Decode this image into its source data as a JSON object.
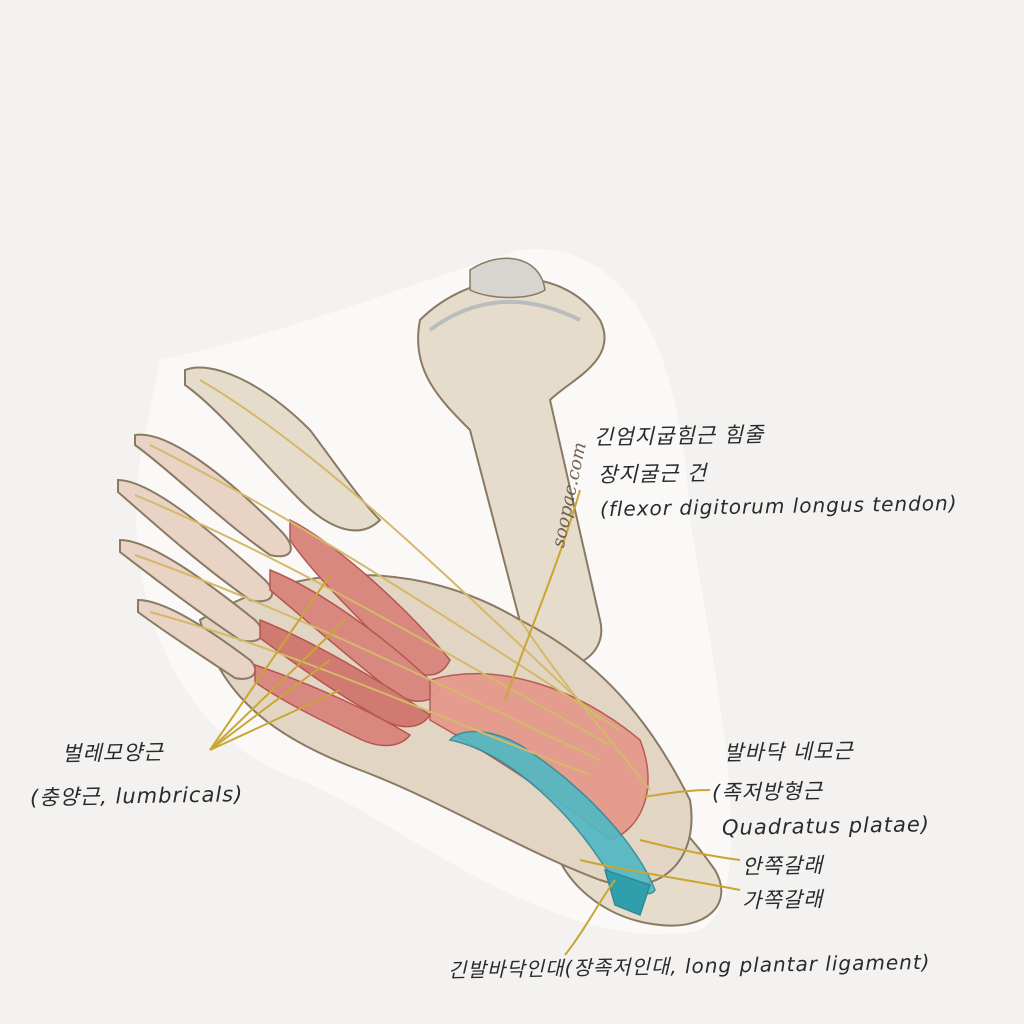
{
  "watermark": "soopac.com",
  "labels": {
    "fdl_ko_1": "긴엄지굽힘근 힘줄",
    "fdl_ko_2": "장지굴근 건",
    "fdl_en": "(flexor digitorum longus tendon)",
    "lumbricals_ko": "벌레모양근",
    "lumbricals_en": "(충양근, lumbricals)",
    "quadratus_ko_1": "발바닥 네모근",
    "quadratus_ko_2": "(족저방형근",
    "quadratus_en": "Quadratus platae)",
    "medial_head": "안쪽갈래",
    "lateral_head": "가쪽갈래",
    "long_plantar": "긴발바닥인대(장족저인대, long plantar ligament)"
  },
  "colors": {
    "bone": "#e6dccb",
    "bone_shadow": "#b9ab95",
    "muscle": "#d98880",
    "muscle_dark": "#b5564f",
    "tendon": "#d4b96a",
    "ligament": "#4fb8c4",
    "leader_line": "#c9a634"
  }
}
